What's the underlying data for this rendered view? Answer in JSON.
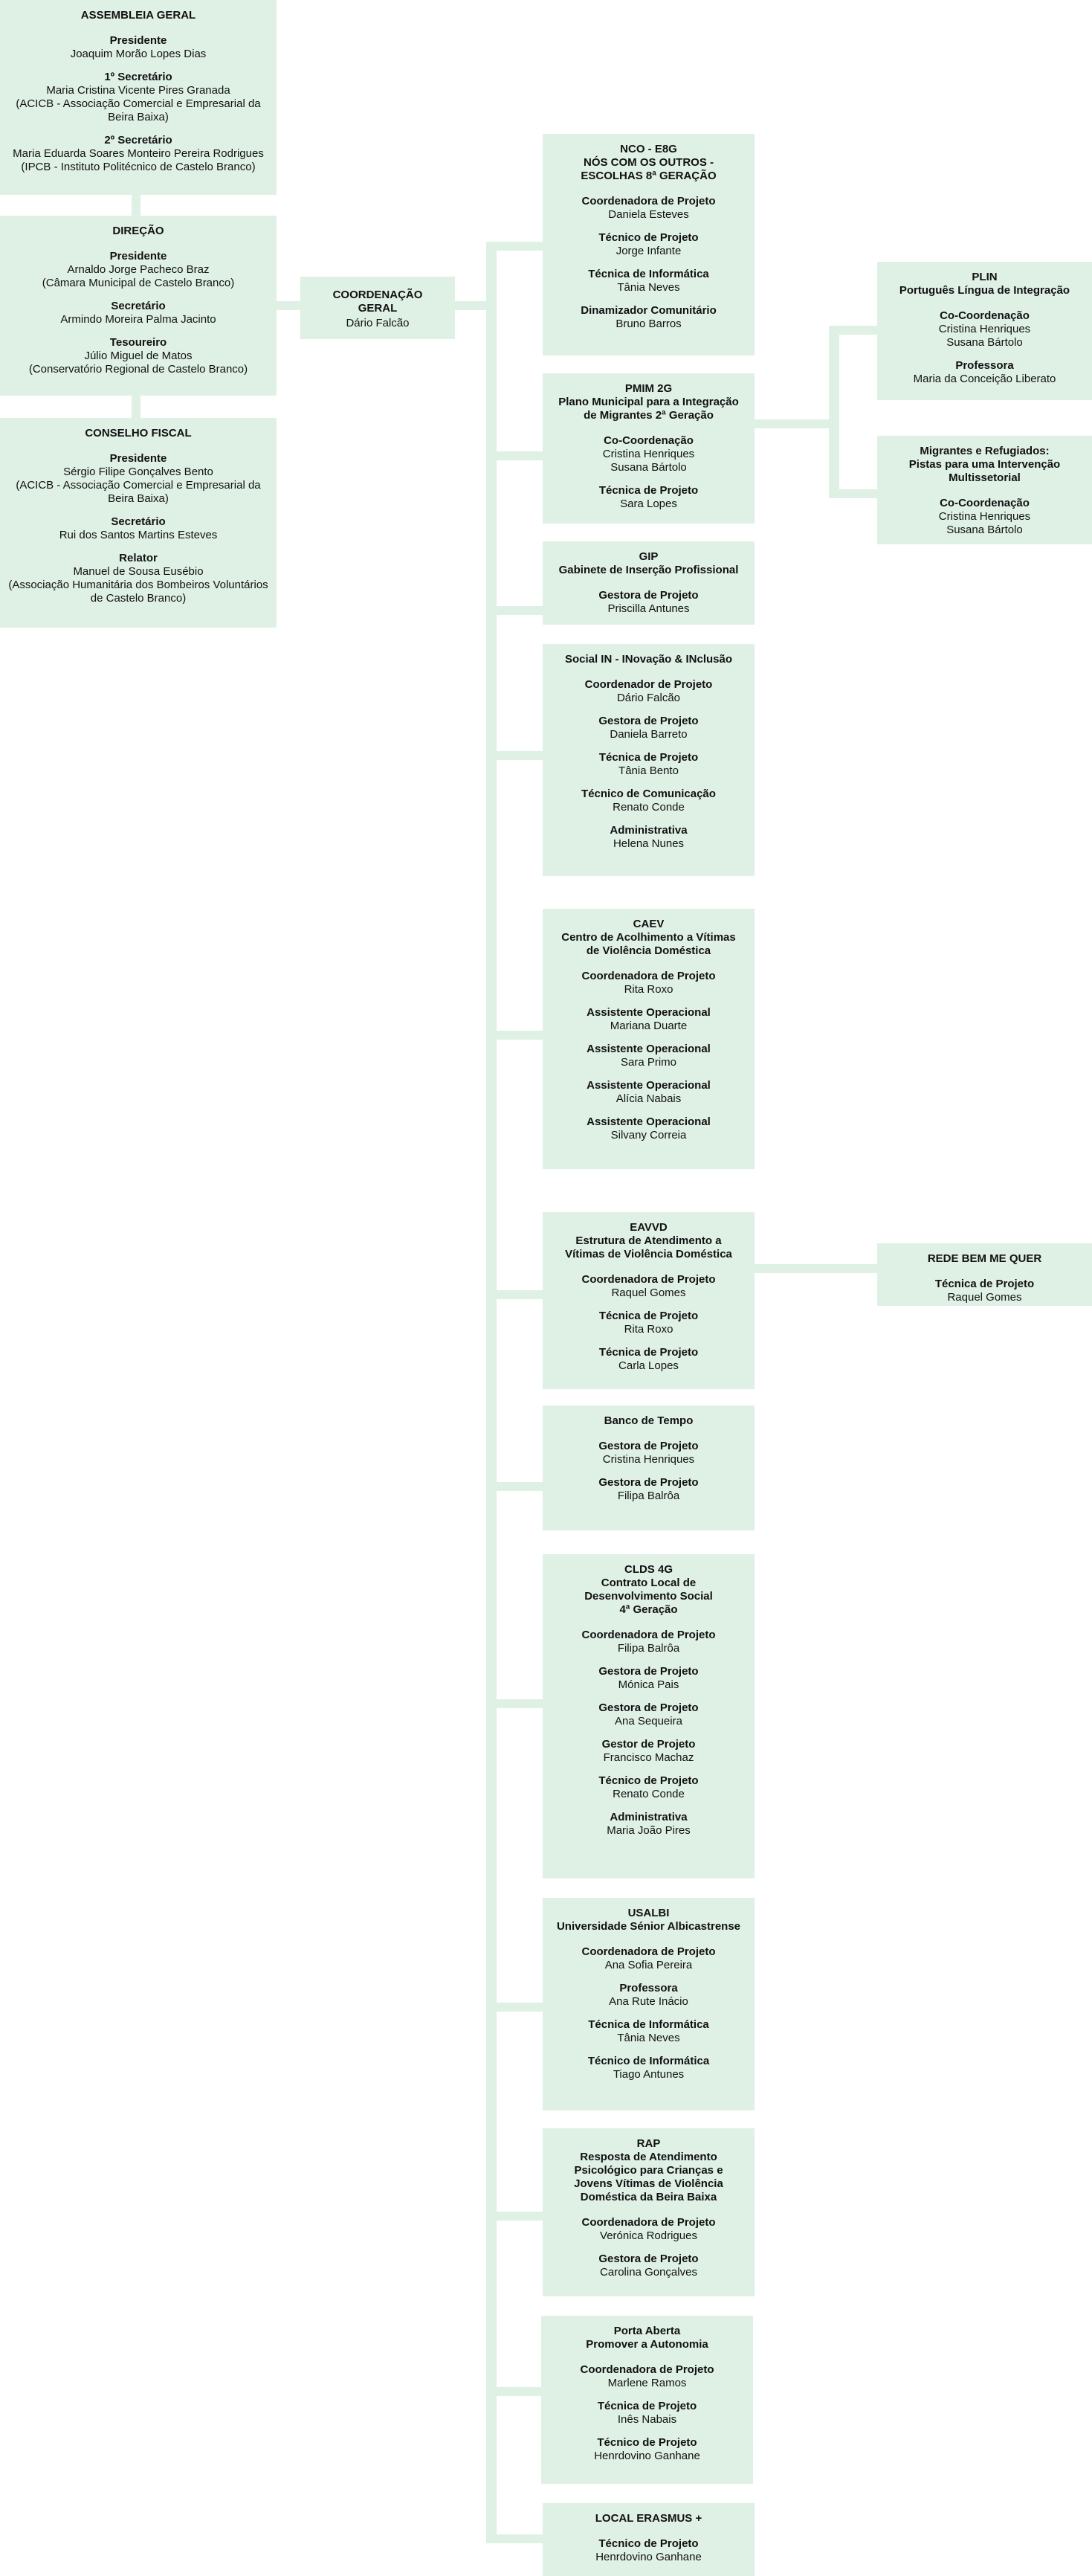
{
  "colors": {
    "box_fill": "#dff0e5",
    "connector": "#dff0e5",
    "text": "#111111",
    "background": "#ffffff"
  },
  "left": [
    {
      "title": "ASSEMBLEIA GERAL",
      "entries": [
        {
          "role": "Presidente",
          "lines": [
            "Joaquim Morão Lopes Dias"
          ]
        },
        {
          "role": "1º Secretário",
          "lines": [
            "Maria Cristina Vicente Pires Granada",
            "(ACICB - Associação Comercial e Empresarial da Beira Baixa)"
          ]
        },
        {
          "role": "2º Secretário",
          "lines": [
            "Maria Eduarda Soares Monteiro Pereira Rodrigues",
            "(IPCB - Instituto Politécnico de Castelo Branco)"
          ]
        }
      ]
    },
    {
      "title": "DIREÇÃO",
      "entries": [
        {
          "role": "Presidente",
          "lines": [
            "Arnaldo Jorge Pacheco Braz",
            "(Câmara Municipal de Castelo Branco)"
          ]
        },
        {
          "role": "Secretário",
          "lines": [
            "Armindo Moreira Palma Jacinto"
          ]
        },
        {
          "role": "Tesoureiro",
          "lines": [
            "Júlio Miguel de Matos",
            "(Conservatório Regional de Castelo Branco)"
          ]
        }
      ]
    },
    {
      "title": "CONSELHO FISCAL",
      "entries": [
        {
          "role": "Presidente",
          "lines": [
            "Sérgio Filipe Gonçalves Bento",
            "(ACICB - Associação Comercial e Empresarial da Beira Baixa)"
          ]
        },
        {
          "role": "Secretário",
          "lines": [
            "Rui dos Santos Martins Esteves"
          ]
        },
        {
          "role": "Relator",
          "lines": [
            "Manuel de Sousa Eusébio",
            "(Associação Humanitária dos Bombeiros Voluntários de Castelo Branco)"
          ]
        }
      ]
    }
  ],
  "coordination": {
    "title": "COORDENAÇÃO GERAL",
    "name": "Dário Falcão"
  },
  "projects": [
    {
      "title": "NCO - E8G\nNÓS COM OS OUTROS -\nESCOLHAS 8ª GERAÇÃO",
      "entries": [
        {
          "role": "Coordenadora de Projeto",
          "lines": [
            "Daniela Esteves"
          ]
        },
        {
          "role": "Técnico de Projeto",
          "lines": [
            "Jorge Infante"
          ]
        },
        {
          "role": "Técnica de Informática",
          "lines": [
            "Tânia Neves"
          ]
        },
        {
          "role": "Dinamizador Comunitário",
          "lines": [
            "Bruno Barros"
          ]
        }
      ]
    },
    {
      "title": "PMIM 2G\nPlano Municipal para a Integração\nde Migrantes 2ª Geração",
      "entries": [
        {
          "role": "Co-Coordenação",
          "lines": [
            "Cristina Henriques",
            "Susana Bártolo"
          ]
        },
        {
          "role": "Técnica de Projeto",
          "lines": [
            "Sara Lopes"
          ]
        }
      ]
    },
    {
      "title": "GIP\nGabinete de Inserção Profissional",
      "entries": [
        {
          "role": "Gestora de Projeto",
          "lines": [
            "Priscilla Antunes"
          ]
        }
      ]
    },
    {
      "title": "Social IN - INovação & INclusão",
      "entries": [
        {
          "role": "Coordenador de Projeto",
          "lines": [
            "Dário Falcão"
          ]
        },
        {
          "role": "Gestora de Projeto",
          "lines": [
            "Daniela Barreto"
          ]
        },
        {
          "role": "Técnica de Projeto",
          "lines": [
            "Tânia Bento"
          ]
        },
        {
          "role": "Técnico de Comunicação",
          "lines": [
            "Renato Conde"
          ]
        },
        {
          "role": "Administrativa",
          "lines": [
            "Helena Nunes"
          ]
        }
      ]
    },
    {
      "title": "CAEV\nCentro de Acolhimento a Vítimas\nde Violência Doméstica",
      "entries": [
        {
          "role": "Coordenadora de Projeto",
          "lines": [
            "Rita Roxo"
          ]
        },
        {
          "role": "Assistente Operacional",
          "lines": [
            "Mariana Duarte"
          ]
        },
        {
          "role": "Assistente Operacional",
          "lines": [
            "Sara Primo"
          ]
        },
        {
          "role": "Assistente Operacional",
          "lines": [
            "Alícia Nabais"
          ]
        },
        {
          "role": "Assistente Operacional",
          "lines": [
            "Silvany Correia"
          ]
        }
      ]
    },
    {
      "title": "EAVVD\nEstrutura de Atendimento a\nVítimas de Violência Doméstica",
      "entries": [
        {
          "role": "Coordenadora de Projeto",
          "lines": [
            "Raquel Gomes"
          ]
        },
        {
          "role": "Técnica de Projeto",
          "lines": [
            "Rita Roxo"
          ]
        },
        {
          "role": "Técnica de Projeto",
          "lines": [
            "Carla Lopes"
          ]
        }
      ]
    },
    {
      "title": "Banco de Tempo",
      "entries": [
        {
          "role": "Gestora de Projeto",
          "lines": [
            "Cristina Henriques"
          ]
        },
        {
          "role": "Gestora de Projeto",
          "lines": [
            "Filipa Balrôa"
          ]
        }
      ]
    },
    {
      "title": "CLDS 4G\nContrato Local de\nDesenvolvimento Social\n4ª Geração",
      "entries": [
        {
          "role": "Coordenadora de Projeto",
          "lines": [
            "Filipa Balrôa"
          ]
        },
        {
          "role": "Gestora de Projeto",
          "lines": [
            "Mónica Pais"
          ]
        },
        {
          "role": "Gestora de Projeto",
          "lines": [
            "Ana Sequeira"
          ]
        },
        {
          "role": "Gestor de Projeto",
          "lines": [
            "Francisco Machaz"
          ]
        },
        {
          "role": "Técnico de Projeto",
          "lines": [
            "Renato Conde"
          ]
        },
        {
          "role": "Administrativa",
          "lines": [
            "Maria João Pires"
          ]
        }
      ]
    },
    {
      "title": "USALBI\nUniversidade Sénior Albicastrense",
      "entries": [
        {
          "role": "Coordenadora de Projeto",
          "lines": [
            "Ana Sofia Pereira"
          ]
        },
        {
          "role": "Professora",
          "lines": [
            "Ana Rute Inácio"
          ]
        },
        {
          "role": "Técnica de Informática",
          "lines": [
            "Tânia Neves"
          ]
        },
        {
          "role": "Técnico de Informática",
          "lines": [
            "Tiago Antunes"
          ]
        }
      ]
    },
    {
      "title": "RAP\nResposta de Atendimento\nPsicológico para Crianças e\nJovens Vítimas de Violência\nDoméstica da Beira Baixa",
      "entries": [
        {
          "role": "Coordenadora de Projeto",
          "lines": [
            "Verónica Rodrigues"
          ]
        },
        {
          "role": "Gestora de Projeto",
          "lines": [
            "Carolina Gonçalves"
          ]
        }
      ]
    },
    {
      "title": "Porta Aberta\nPromover a Autonomia",
      "entries": [
        {
          "role": "Coordenadora de Projeto",
          "lines": [
            "Marlene Ramos"
          ]
        },
        {
          "role": "Técnica de Projeto",
          "lines": [
            "Inês Nabais"
          ]
        },
        {
          "role": "Técnico de Projeto",
          "lines": [
            "Henrdovino Ganhane"
          ]
        }
      ]
    },
    {
      "title": "LOCAL ERASMUS +",
      "entries": [
        {
          "role": "Técnico de Projeto",
          "lines": [
            "Henrdovino Ganhane"
          ]
        }
      ]
    }
  ],
  "subprojects": [
    {
      "title": "PLIN\nPortuguês Língua de Integração",
      "entries": [
        {
          "role": "Co-Coordenação",
          "lines": [
            "Cristina Henriques",
            "Susana Bártolo"
          ]
        },
        {
          "role": "Professora",
          "lines": [
            "Maria da Conceição Liberato"
          ]
        }
      ]
    },
    {
      "title": "Migrantes e Refugiados:\nPistas para uma Intervenção\nMultissetorial",
      "entries": [
        {
          "role": "Co-Coordenação",
          "lines": [
            "Cristina Henriques",
            "Susana Bártolo"
          ]
        }
      ]
    },
    {
      "title": "REDE BEM ME QUER",
      "entries": [
        {
          "role": "Técnica de Projeto",
          "lines": [
            "Raquel Gomes"
          ]
        }
      ]
    }
  ]
}
